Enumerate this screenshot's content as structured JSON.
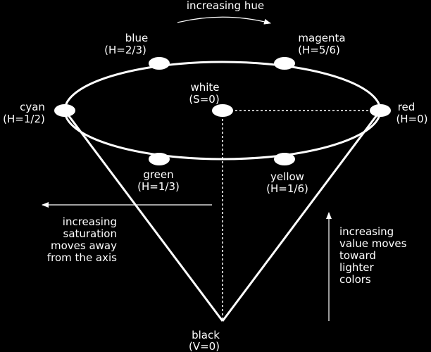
{
  "colors": {
    "background": "#000000",
    "foreground": "#ffffff"
  },
  "labels": {
    "hue_arrow": "increasing hue",
    "blue": {
      "name": "blue",
      "value": "(H=2/3)"
    },
    "magenta": {
      "name": "magenta",
      "value": "(H=5/6)"
    },
    "white": {
      "name": "white",
      "value": "(S=0)"
    },
    "cyan": {
      "name": "cyan",
      "value": "(H=1/2)"
    },
    "red": {
      "name": "red",
      "value": "(H=0)"
    },
    "green": {
      "name": "green",
      "value": "(H=1/3)"
    },
    "yellow": {
      "name": "yellow",
      "value": "(H=1/6)"
    },
    "black": {
      "name": "black",
      "value": "(V=0)"
    },
    "saturation": [
      "increasing",
      "saturation",
      "moves away",
      "from the axis"
    ],
    "value": [
      "increasing",
      "value moves",
      "toward",
      "lighter",
      "colors"
    ]
  }
}
